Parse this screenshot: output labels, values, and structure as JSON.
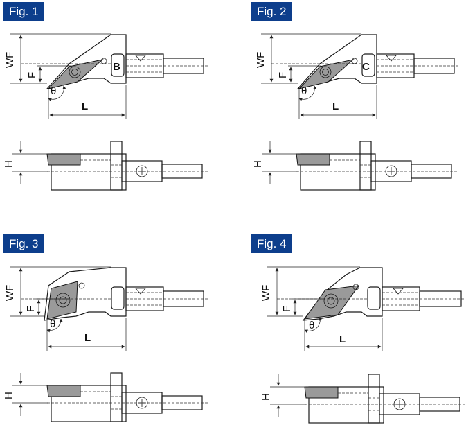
{
  "figures": [
    {
      "label": "Fig. 1",
      "mark": "B"
    },
    {
      "label": "Fig. 2",
      "mark": "C"
    },
    {
      "label": "Fig. 3"
    },
    {
      "label": "Fig. 4"
    }
  ],
  "dimensions": {
    "wf": "WF",
    "f": "F",
    "l": "L",
    "theta": "θ",
    "h": "H"
  },
  "colors": {
    "label_bg": "#0d3e8c",
    "label_text": "#ffffff",
    "insert": "#9a9a9a"
  }
}
